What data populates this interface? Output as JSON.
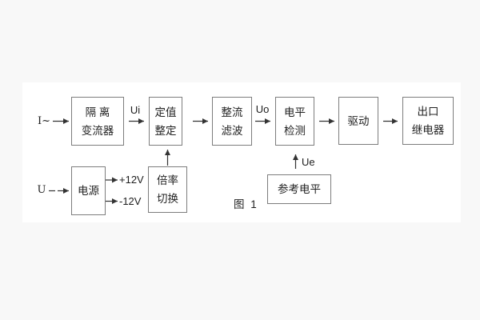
{
  "figure": {
    "caption": "图 1"
  },
  "colors": {
    "page_background": "#f8f8f8",
    "panel_background": "#ffffff",
    "block_border": "#7d7d7d",
    "text": "#222222",
    "wire": "#333333"
  },
  "diagram": {
    "blocks": [
      {
        "name": "isolation-transformer",
        "lines": [
          "隔 离",
          "变流器"
        ]
      },
      {
        "name": "setting-adjust",
        "lines": [
          "定值",
          "整定"
        ]
      },
      {
        "name": "rectifier-filter",
        "lines": [
          "整流",
          "滤波"
        ]
      },
      {
        "name": "level-detector",
        "lines": [
          "电平",
          "检测"
        ]
      },
      {
        "name": "driver",
        "lines": [
          "驱动"
        ]
      },
      {
        "name": "output-relay",
        "lines": [
          "出口",
          "继电器"
        ]
      },
      {
        "name": "power-supply",
        "lines": [
          "电源"
        ]
      },
      {
        "name": "multiplier-switch",
        "lines": [
          "倍率",
          "切换"
        ]
      },
      {
        "name": "reference-level",
        "lines": [
          "参考电平"
        ]
      }
    ],
    "signal_labels": {
      "input_current": "I~",
      "input_voltage": "U",
      "ui": "Ui",
      "uo": "Uo",
      "ue": "Ue",
      "plus_12v": "+12V",
      "minus_12v": "-12V"
    }
  }
}
